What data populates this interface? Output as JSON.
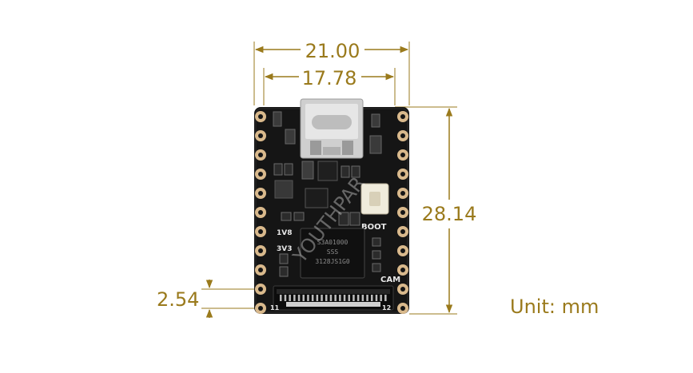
{
  "dimensions": {
    "width_outer": "21.00",
    "width_inner": "17.78",
    "height": "28.14",
    "pitch": "2.54",
    "unit": "Unit: mm"
  },
  "board": {
    "labels": {
      "boot": "BOOT",
      "cam": "CAM",
      "v18": "1V8",
      "v33": "3V3",
      "pin_left": "11",
      "pin_right": "12"
    },
    "chip_marking": [
      "S3A01000",
      "SSS",
      "3128JS1G0"
    ]
  },
  "watermark": "YOUTHPAR",
  "colors": {
    "dimension": "#9a7a1c",
    "pcb": "#151515",
    "pad": "#d9b98c",
    "usb": "#cfcfcf"
  }
}
